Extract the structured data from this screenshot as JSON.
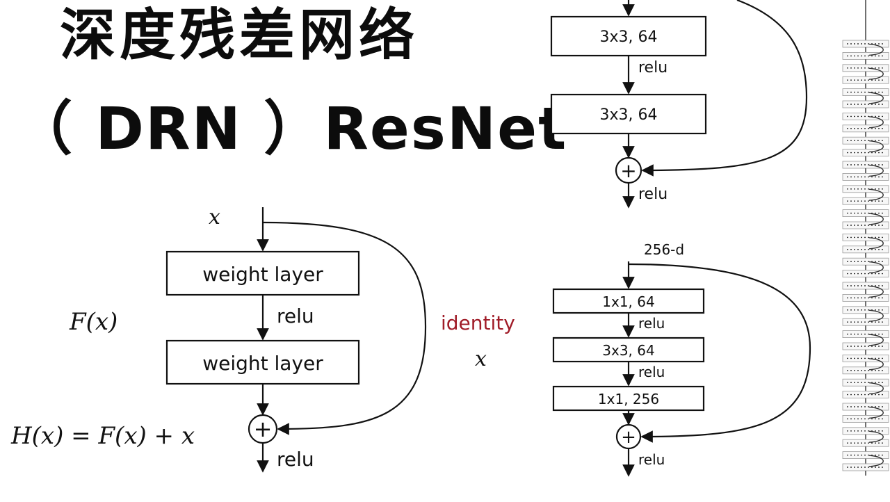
{
  "title_zh": "深度残差网络",
  "title_en": "（ DRN ）ResNet",
  "block_basic": {
    "input": "x",
    "layer1": "weight layer",
    "layer2": "weight layer",
    "relu1": "relu",
    "relu2": "relu",
    "residual_fn": "F(x)",
    "shortcut": "identity",
    "shortcut_var": "x",
    "output_eq": "H(x) = F(x) + x"
  },
  "block_top": {
    "layer1": "3x3, 64",
    "layer2": "3x3, 64",
    "relu1": "relu",
    "relu2": "relu"
  },
  "block_bottleneck": {
    "input": "256-d",
    "layer1": "1x1, 64",
    "layer2": "3x3, 64",
    "layer3": "1x1, 256",
    "relu1": "relu",
    "relu2": "relu",
    "relu3": "relu"
  },
  "glyphs": {
    "add_symbol": "+"
  },
  "colors": {
    "identity": "#a01c28",
    "stroke": "#111111"
  }
}
